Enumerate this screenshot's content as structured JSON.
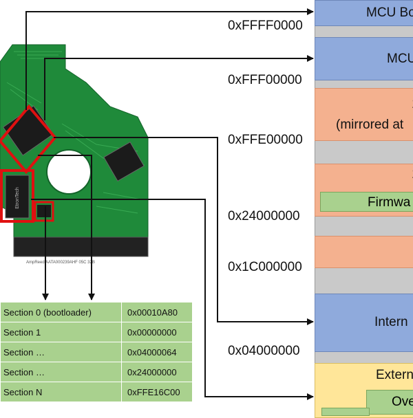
{
  "memory_map": {
    "blocks": [
      {
        "label": "MCU Bo",
        "color": "blue"
      },
      {
        "label": "MCU",
        "color": "blue"
      },
      {
        "label": "1",
        "sub": "(mirrored at",
        "color": "orange"
      },
      {
        "label": "1",
        "color": "orange"
      },
      {
        "label": "",
        "color": "orange"
      },
      {
        "label": "Intern",
        "color": "blue"
      },
      {
        "label": "Extern",
        "color": "yellow"
      }
    ],
    "inner": [
      {
        "label": "Firmwa"
      },
      {
        "label": "Ove"
      }
    ]
  },
  "addresses": [
    "0xFFFF0000",
    "0xFFF00000",
    "0xFFE00000",
    "0x24000000",
    "0x1C000000",
    "0x04000000"
  ],
  "sections": [
    {
      "name": "Section 0 (bootloader)",
      "value": "0x00010A80"
    },
    {
      "name": "Section 1",
      "value": "0x00000000"
    },
    {
      "name": "Section …",
      "value": "0x04000064"
    },
    {
      "name": "Section …",
      "value": "0x24000000"
    },
    {
      "name": "Section N",
      "value": "0xFFE16C00"
    }
  ],
  "pcb": {
    "board_text": "AmpReed AATA000239AHF 05C 32B",
    "chip_brand": "EtronTech"
  },
  "colors": {
    "pcb_green": "#1f8a3a",
    "highlight_red": "#e01010",
    "section_green": "#a9d18e",
    "blue_block": "#8faadc",
    "orange_block": "#f4b18f",
    "yellow_block": "#ffe699"
  }
}
